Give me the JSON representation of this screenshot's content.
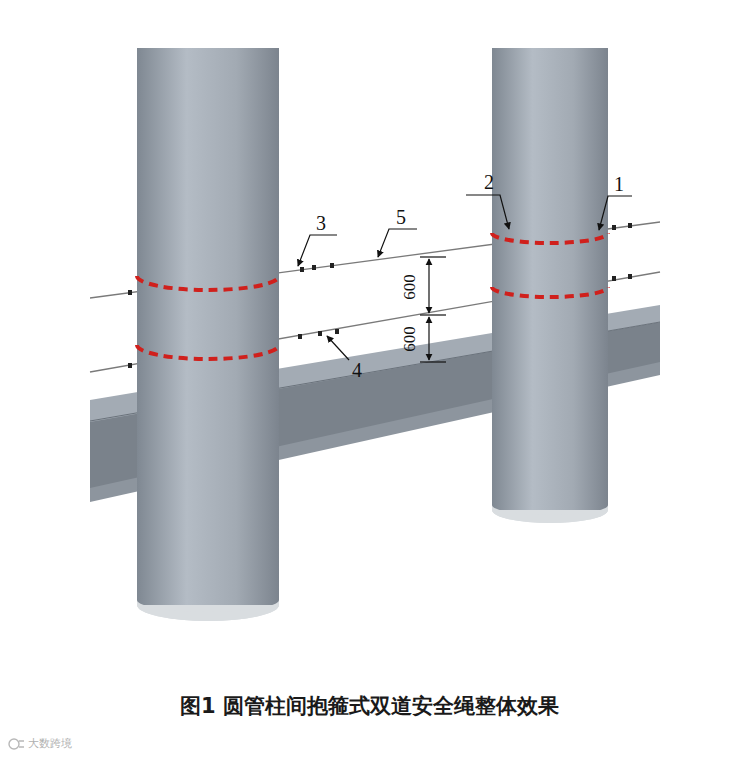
{
  "diagram": {
    "caption": "图1 圆管柱间抱箍式双道安全绳整体效果",
    "labels": [
      "1",
      "2",
      "3",
      "4",
      "5",
      "600",
      "600",
      "大数跨境"
    ]
  }
}
